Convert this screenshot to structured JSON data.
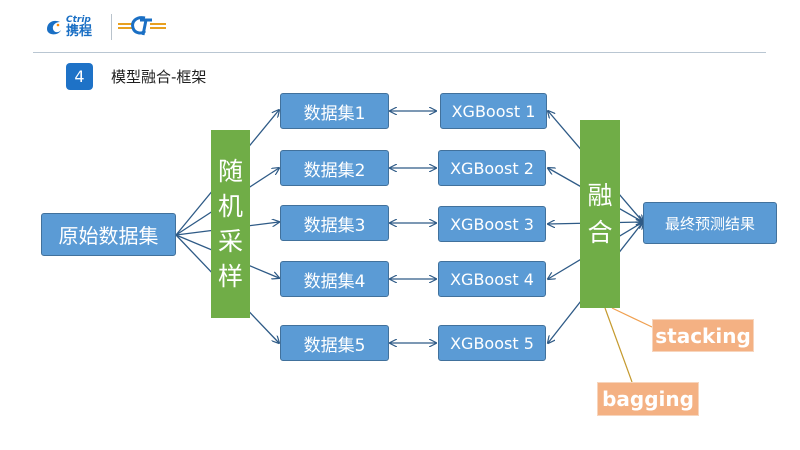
{
  "header": {
    "logo_en": "Ctrip",
    "logo_cn": "携程",
    "secondary_logo_icon": "ct-logo-icon",
    "step_number": "4",
    "title": "模型融合-框架"
  },
  "diagram": {
    "source": "原始数据集",
    "sampling_chars": [
      "随",
      "机",
      "采",
      "样"
    ],
    "datasets": [
      "数据集1",
      "数据集2",
      "数据集3",
      "数据集4",
      "数据集5"
    ],
    "models": [
      "XGBoost 1",
      "XGBoost 2",
      "XGBoost 3",
      "XGBoost 4",
      "XGBoost 5"
    ],
    "fusion_chars": [
      "融",
      "合"
    ],
    "final": "最终预测结果",
    "tags": {
      "stacking": "stacking",
      "bagging": "bagging"
    }
  },
  "colors": {
    "box_fill": "#5b9bd5",
    "box_border": "#41719c",
    "connector": "#2e5a86",
    "green": "#70ad47",
    "tag_fill": "#f4b183",
    "tag_line": "#f0a050",
    "tag_line_bagging": "#c59a2e",
    "badge": "#1e72c7"
  }
}
